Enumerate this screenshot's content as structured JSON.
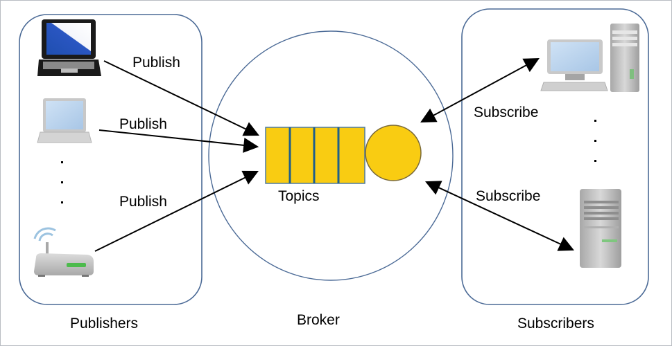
{
  "diagram": {
    "title": "Publish/Subscribe architecture",
    "groups": {
      "publishers": {
        "label": "Publishers"
      },
      "broker": {
        "label": "Broker"
      },
      "subscribers": {
        "label": "Subscribers"
      }
    },
    "queue": {
      "label": "Topics",
      "slots": 4,
      "fill": "#f9cc12",
      "divider": "#1f5f8b"
    },
    "edges": [
      {
        "from": "laptop-dark",
        "to": "topics",
        "label": "Publish",
        "direction": "one-way"
      },
      {
        "from": "laptop-light",
        "to": "topics",
        "label": "Publish",
        "direction": "one-way"
      },
      {
        "from": "wireless-router",
        "to": "topics",
        "label": "Publish",
        "direction": "one-way"
      },
      {
        "from": "topics",
        "to": "desktop-computer",
        "label": "Subscribe",
        "direction": "two-way"
      },
      {
        "from": "topics",
        "to": "server-tower",
        "label": "Subscribe",
        "direction": "two-way"
      }
    ],
    "nodes": {
      "publishers": [
        "laptop-dark",
        "laptop-light",
        "wireless-router"
      ],
      "subscribers": [
        "desktop-computer",
        "server-tower"
      ]
    },
    "colors": {
      "container_stroke": "#4b6a96",
      "queue_yellow": "#f9cc12",
      "arrow": "#000000"
    }
  }
}
